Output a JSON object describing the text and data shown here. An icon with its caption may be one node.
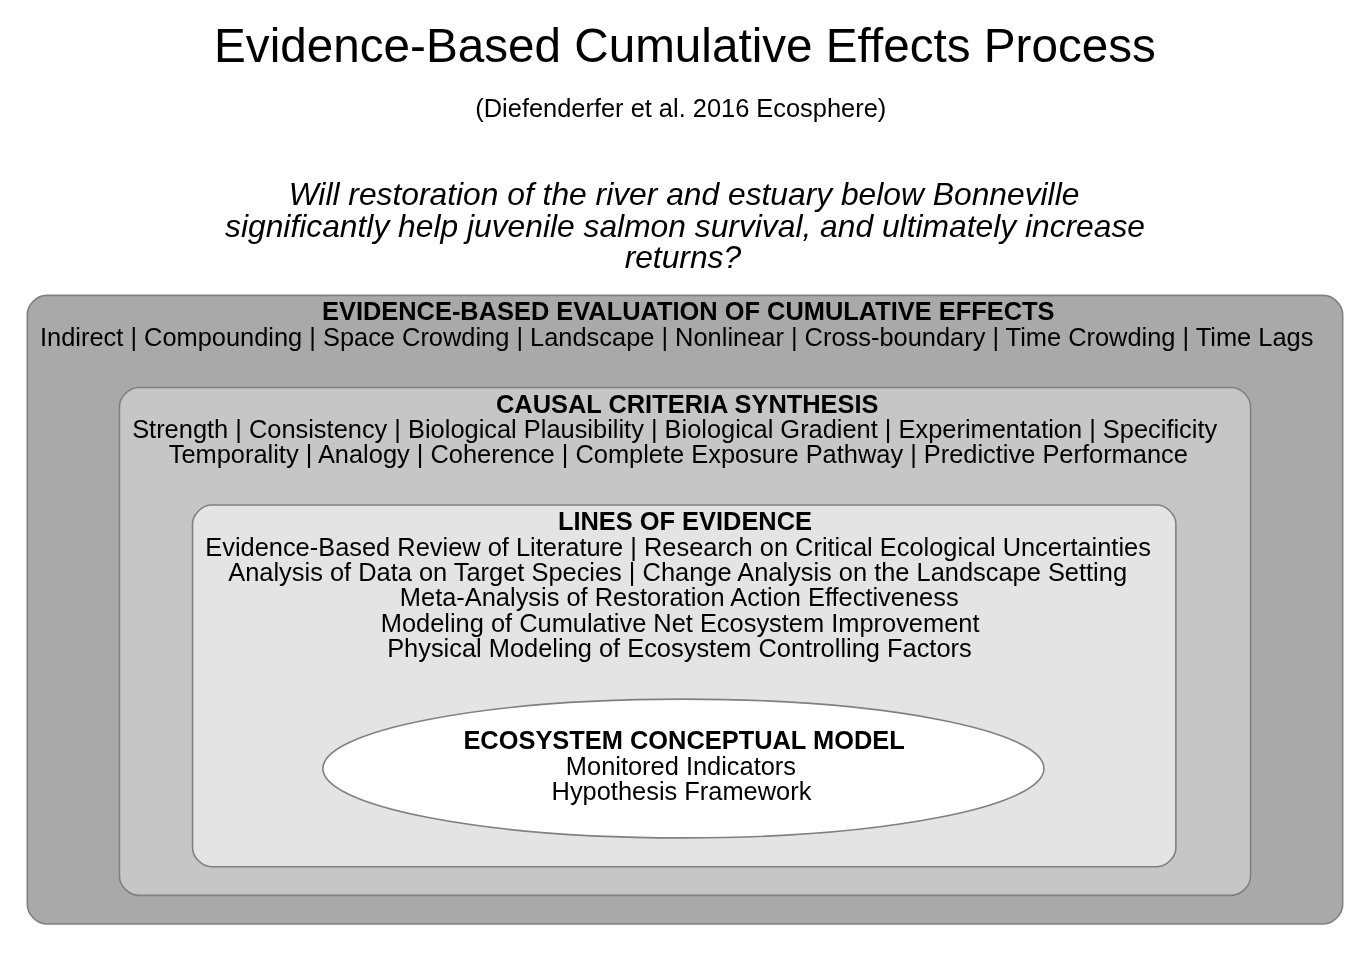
{
  "diagram": {
    "title": "Evidence-Based Cumulative Effects Process",
    "nodes": [
      {
        "text": [
          "EVIDENCE-BASED EVALUATION OF CUMULATIVE EFFECTS",
          "Indirect | Compounding | Space Crowding | Landscape | Nonlinear | Cross-boundary | Time Crowding | Time Lags"
        ]
      },
      {
        "text": [
          "CAUSAL CRITERIA SYNTHESIS",
          "Strength | Consistency | Biological Plausibility | Biological Gradient | Experimentation | Specificity",
          "Temporality | Analogy | Coherence | Complete Exposure Pathway | Predictive Performance"
        ],
        "in": 0
      },
      {
        "text": [
          "LINES OF EVIDENCE",
          "Evidence-Based Review of Literature | Research on Critical Ecological Uncertainties",
          "Analysis of Data on Target Species | Change Analysis on the Landscape Setting",
          "Meta-Analysis of Restoration Action Effectiveness",
          "Modeling of Cumulative Net Ecosystem Improvement",
          "Physical Modeling of Ecosystem Controlling Factors"
        ],
        "in": 1
      },
      {
        "text": [
          "ECOSYSTEM CONCEPTUAL MODEL",
          "Monitored Indicators",
          "Hypothesis Framework"
        ],
        "in": 2
      }
    ],
    "labels": [
      "(Diefenderfer et al. 2016 Ecosphere)",
      "Will restoration of the river and estuary below Bonneville significantly help juvenile salmon survival, and ultimately increase returns?"
    ]
  }
}
